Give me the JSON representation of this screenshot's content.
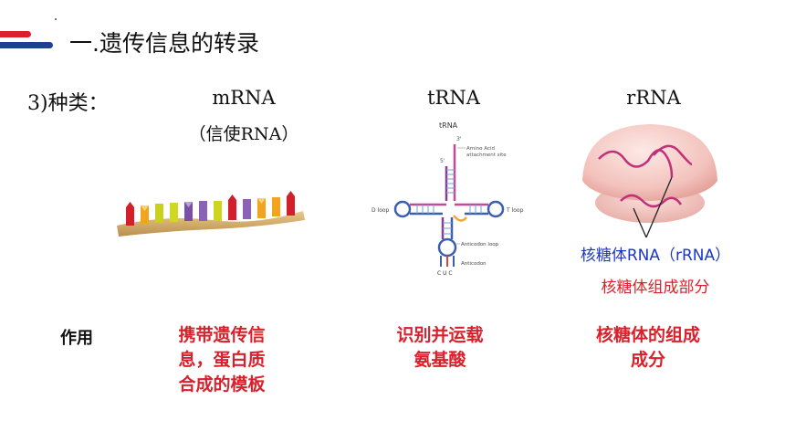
{
  "header": {
    "title": "一.遗传信息的转录"
  },
  "section": {
    "label": "3)种类："
  },
  "columns": [
    {
      "name": "mRNA",
      "subtitle": "（信使RNA）",
      "role": [
        "携带遗传信",
        "息，蛋白质",
        "合成的模板"
      ]
    },
    {
      "name": "tRNA",
      "role": [
        "识别并运载",
        "氨基酸"
      ]
    },
    {
      "name": "rRNA",
      "role": [
        "核糖体的组成",
        "成分"
      ]
    }
  ],
  "role_label": "作用",
  "trna_diagram": {
    "title": "tRNA",
    "end_3": "3'",
    "end_5": "5'",
    "amino_label_1": "Amino Acid",
    "amino_label_2": "attachment site",
    "d_loop": "D loop",
    "t_loop": "T loop",
    "anticodon_loop": "Anticodon loop",
    "anticodon": "Anticodon",
    "anticodon_bases": "C U C"
  },
  "ribosome": {
    "caption": "核糖体RNA（rRNA）",
    "subcaption": "核糖体组成部分"
  },
  "colors": {
    "accent_red": "#d9212b",
    "accent_blue": "#1f3f8f",
    "caption_blue": "#1c37c4"
  }
}
